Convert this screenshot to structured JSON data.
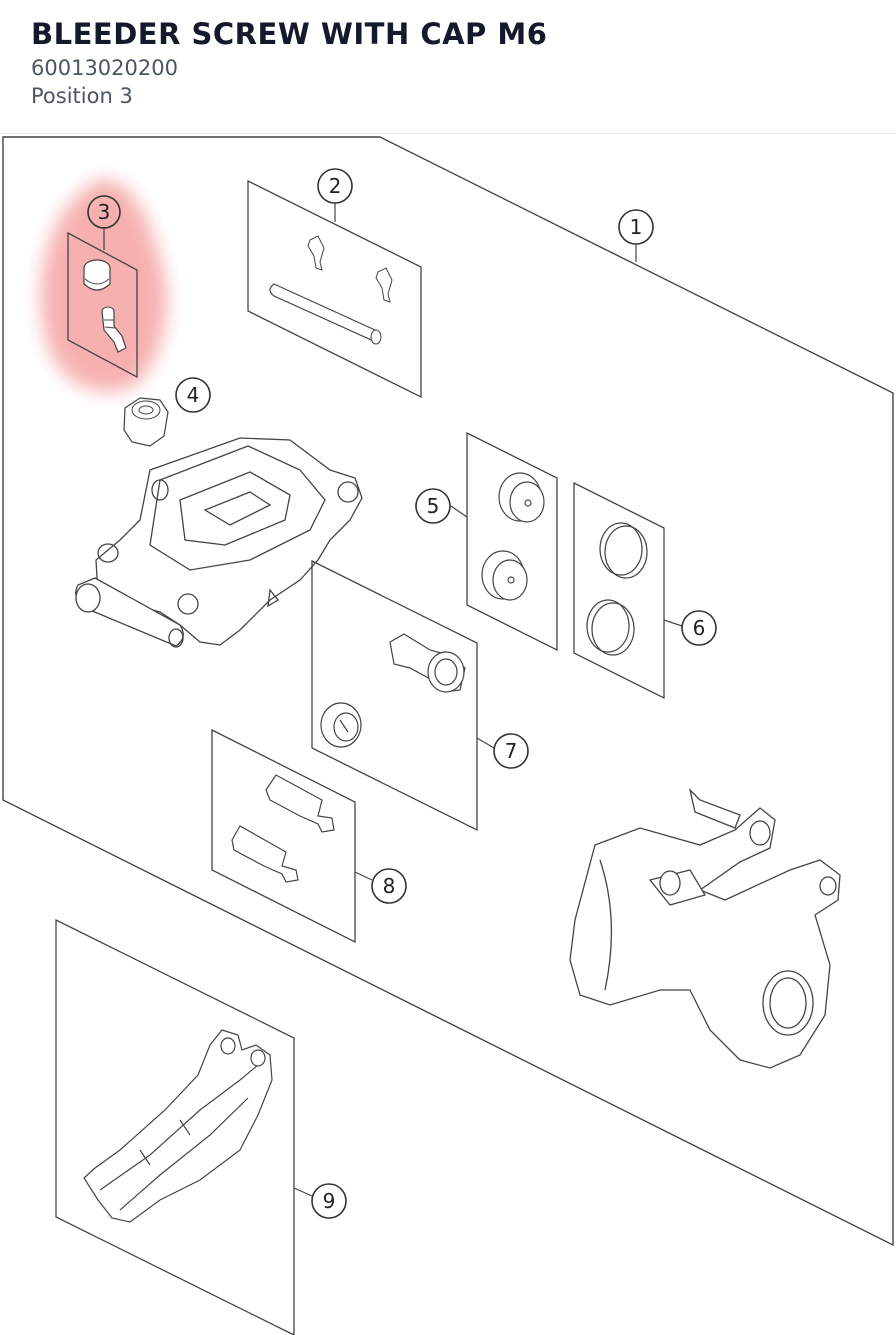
{
  "part": {
    "name": "BLEEDER SCREW WITH CAP M6",
    "number": "60013020200",
    "position": "Position 3"
  },
  "diagram": {
    "highlight_color": "#f5a3a3",
    "callouts": [
      "1",
      "2",
      "3",
      "4",
      "5",
      "6",
      "7",
      "8",
      "9"
    ],
    "selected_callout": "3"
  }
}
